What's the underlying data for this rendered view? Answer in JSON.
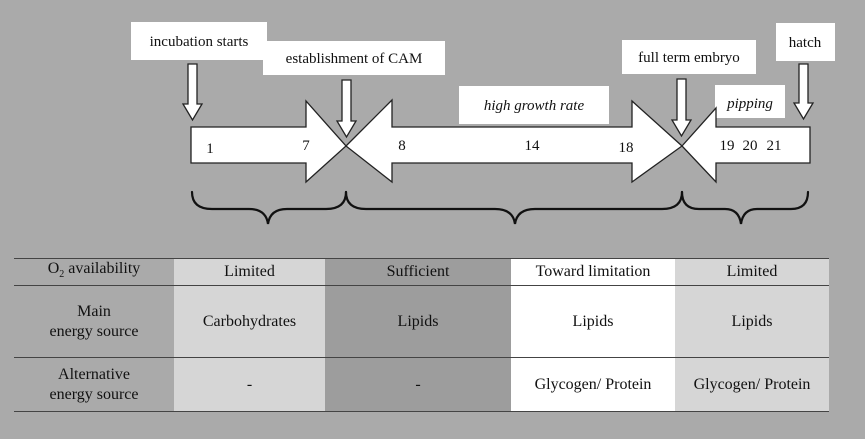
{
  "events": {
    "incubation_starts": "incubation starts",
    "establishment_cam": "establishment of CAM",
    "full_term_embryo": "full term embryo",
    "hatch": "hatch"
  },
  "phases": {
    "high_growth_rate": "high growth rate",
    "pipping": "pipping"
  },
  "days": {
    "d1": "1",
    "d7": "7",
    "d8": "8",
    "d14": "14",
    "d18": "18",
    "d19": "19",
    "d20": "20",
    "d21": "21"
  },
  "table": {
    "row_headers": {
      "o2_prefix": "O",
      "o2_sub": "2",
      "o2_suffix": " availability",
      "main_line1": "Main",
      "main_line2": "energy source",
      "alt_line1": "Alternative",
      "alt_line2": "energy source"
    },
    "o2": [
      "Limited",
      "Sufficient",
      "Toward limitation",
      "Limited"
    ],
    "main": [
      "Carbohydrates",
      "Lipids",
      "Lipids",
      "Lipids"
    ],
    "alt": [
      "-",
      "-",
      "Glycogen/ Protein",
      "Glycogen/ Protein"
    ]
  },
  "colors": {
    "background": "#aaaaaa",
    "period_1": "#d6d6d6",
    "period_2": "#9d9d9d",
    "period_3": "#ffffff",
    "period_4": "#d6d6d6"
  }
}
